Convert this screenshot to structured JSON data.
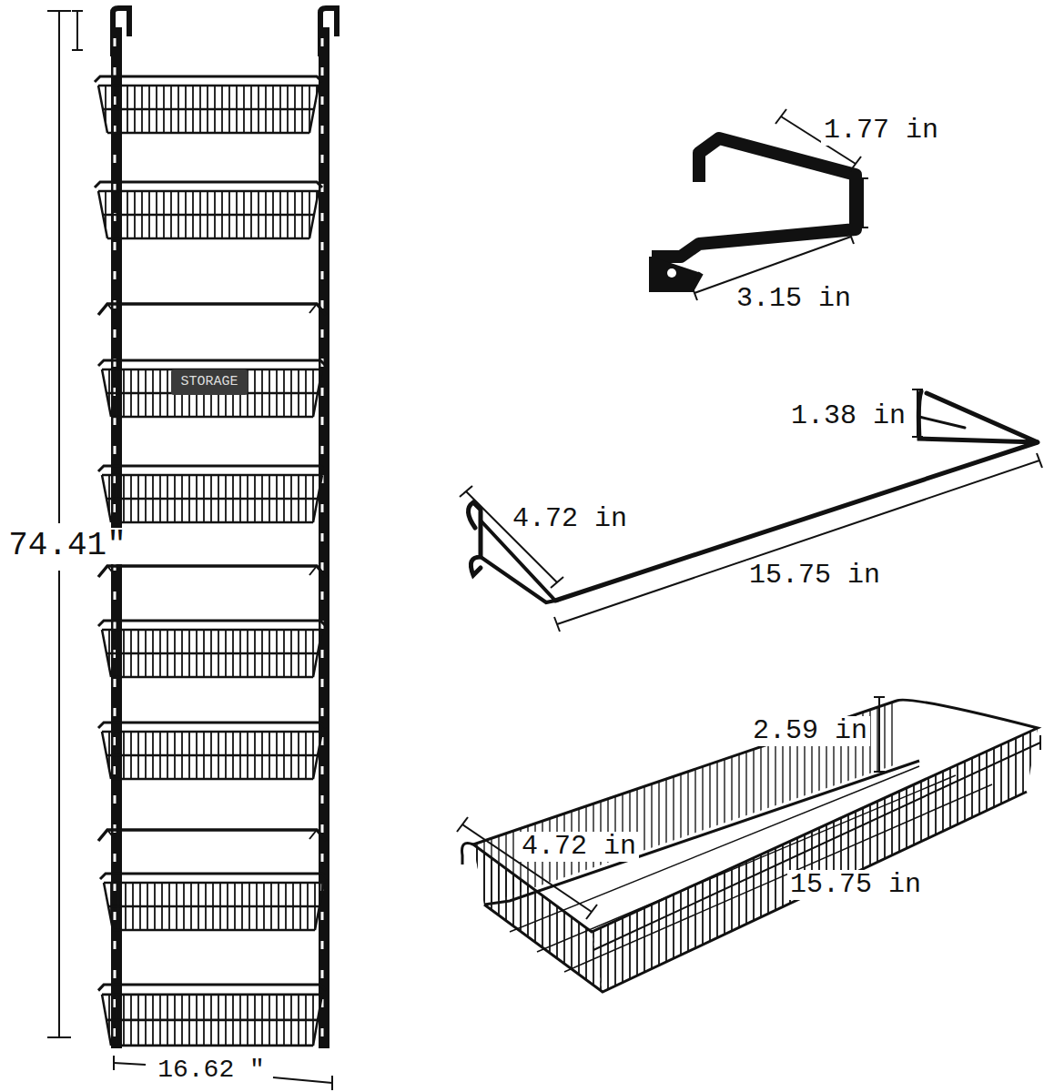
{
  "diagram": {
    "labels": [
      "1.77 in",
      "3.15 in",
      "1.38 in",
      "4.72 in",
      "15.75 in",
      "STORAGE",
      "74.41″",
      "2.59 in",
      "4.72 in",
      "15.75 in",
      "16.62 ″"
    ]
  }
}
